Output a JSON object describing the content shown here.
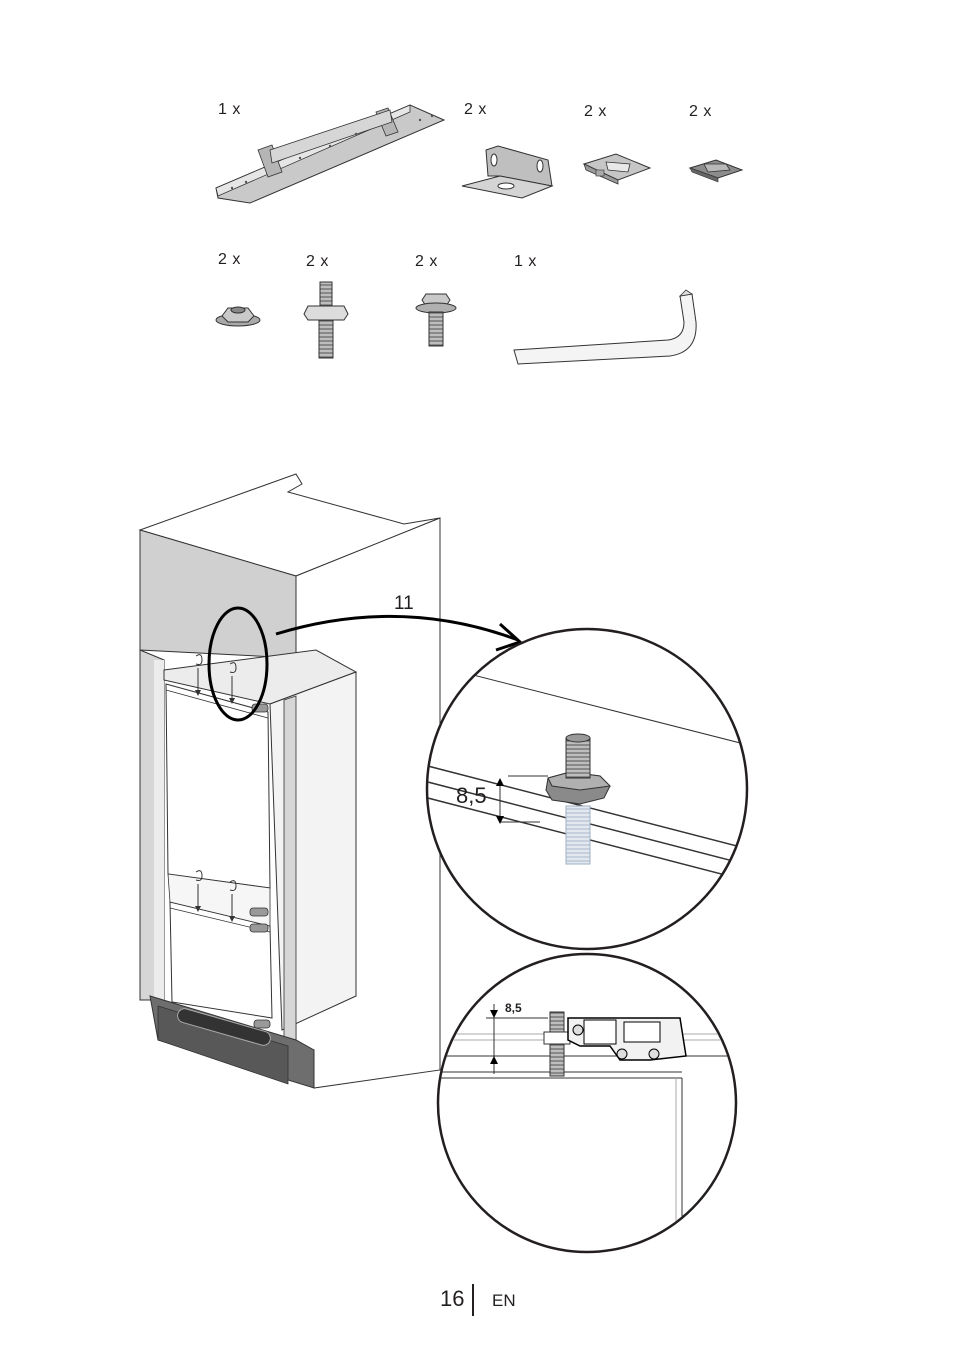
{
  "parts": {
    "row1": [
      {
        "qty": "1 x",
        "icon": "mounting-rail"
      },
      {
        "qty": "2 x",
        "icon": "angle-bracket"
      },
      {
        "qty": "2 x",
        "icon": "clip-plate"
      },
      {
        "qty": "2 x",
        "icon": "small-clip"
      }
    ],
    "row2": [
      {
        "qty": "2 x",
        "icon": "hex-nut"
      },
      {
        "qty": "2 x",
        "icon": "threaded-stud"
      },
      {
        "qty": "2 x",
        "icon": "hex-bolt"
      },
      {
        "qty": "1 x",
        "icon": "allen-key"
      }
    ]
  },
  "figure": {
    "step_number": "11",
    "detail_dimension": "8,5",
    "section_dimension": "8,5"
  },
  "footer": {
    "page_number": "16",
    "language": "EN"
  }
}
